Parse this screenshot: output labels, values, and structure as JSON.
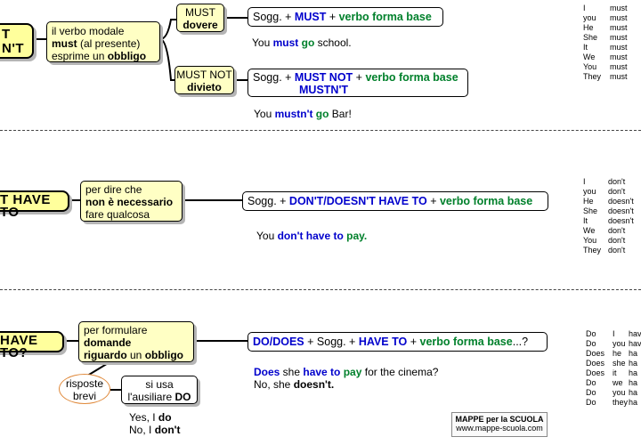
{
  "must": {
    "root_line1": "T",
    "root_line2": "N'T",
    "desc_a": "il verbo modale",
    "desc_b_bold": "must",
    "desc_b_rest": " (al presente)",
    "desc_c_rest": "esprime un ",
    "desc_c_bold": "obbligo",
    "must_box_l1": "MUST",
    "must_box_l2": "dovere",
    "mustnot_box_l1": "MUST NOT",
    "mustnot_box_l2": "divieto",
    "rule1_a": "Sogg. + ",
    "rule1_b": "MUST",
    "rule1_c": " + ",
    "rule1_d": "verbo forma base",
    "ex1_a": "You ",
    "ex1_b": "must",
    "ex1_c": "go",
    "ex1_d": " school.",
    "rule2_a": "Sogg. + ",
    "rule2_b": "MUST NOT",
    "rule2_c": " + ",
    "rule2_d": "verbo forma base",
    "rule2_e": "MUSTN'T",
    "ex2_a": "You ",
    "ex2_b": "mustn't",
    "ex2_c": "go",
    "ex2_d": " Bar!",
    "conj": [
      {
        "p": "I",
        "v": "must"
      },
      {
        "p": "you",
        "v": "must"
      },
      {
        "p": "He",
        "v": "must"
      },
      {
        "p": "She",
        "v": "must"
      },
      {
        "p": "It",
        "v": "must"
      },
      {
        "p": "We",
        "v": "must"
      },
      {
        "p": "You",
        "v": "must"
      },
      {
        "p": "They",
        "v": "must"
      }
    ]
  },
  "dont_have": {
    "root": "T HAVE TO",
    "desc_a": "per dire che",
    "desc_b": "non è necessario",
    "desc_c": "fare qualcosa",
    "rule_a": "Sogg. + ",
    "rule_b": "DON'T/DOESN'T HAVE TO",
    "rule_c": " + ",
    "rule_d": "verbo forma base",
    "ex_a": "You ",
    "ex_b": "don't have to",
    "ex_c": "pay.",
    "conj": [
      {
        "p": "I",
        "v": "don't"
      },
      {
        "p": "you",
        "v": "don't"
      },
      {
        "p": "He",
        "v": "doesn't"
      },
      {
        "p": "She",
        "v": "doesn't"
      },
      {
        "p": "It",
        "v": "doesn't"
      },
      {
        "p": "We",
        "v": "don't"
      },
      {
        "p": "You",
        "v": "don't"
      },
      {
        "p": "They",
        "v": "don't"
      }
    ]
  },
  "question": {
    "root": "HAVE TO?",
    "desc_a": "per formulare",
    "desc_b": "domande",
    "desc_c_bold": "riguardo",
    "desc_c_rest": " un ",
    "desc_c_bold2": "obbligo",
    "short_l1": "risposte",
    "short_l2": "brevi",
    "aux_l1": "si usa",
    "aux_l2_a": "l'ausiliare ",
    "aux_l2_b": "DO",
    "rule_a": "DO/DOES",
    "rule_b": " + Sogg. + ",
    "rule_c": "HAVE TO",
    "rule_d": " +  ",
    "rule_e": "verbo forma base",
    "rule_f": "...?",
    "ex1_a": "Does",
    "ex1_b": " she ",
    "ex1_c": "have to",
    "ex1_d": " ",
    "ex1_e": "pay",
    "ex1_f": " for the cinema?",
    "ex2_a": "No, she ",
    "ex2_b": "doesn't.",
    "ans1_a": "Yes, I ",
    "ans1_b": "do",
    "ans2_a": "No, I ",
    "ans2_b": "don't",
    "conj": [
      {
        "p": "Do",
        "q": "I",
        "v": "hav"
      },
      {
        "p": "Do",
        "q": "you",
        "v": "hav"
      },
      {
        "p": "Does",
        "q": "he",
        "v": "ha"
      },
      {
        "p": "Does",
        "q": "she",
        "v": "ha"
      },
      {
        "p": "Does",
        "q": "it",
        "v": "ha"
      },
      {
        "p": "Do",
        "q": "we",
        "v": "ha"
      },
      {
        "p": "Do",
        "q": "you",
        "v": "ha"
      },
      {
        "p": "Do",
        "q": "they",
        "v": "ha"
      }
    ]
  },
  "logo": {
    "title": "MAPPE per la SCUOLA",
    "url": "www.mappe-scuola.com"
  }
}
